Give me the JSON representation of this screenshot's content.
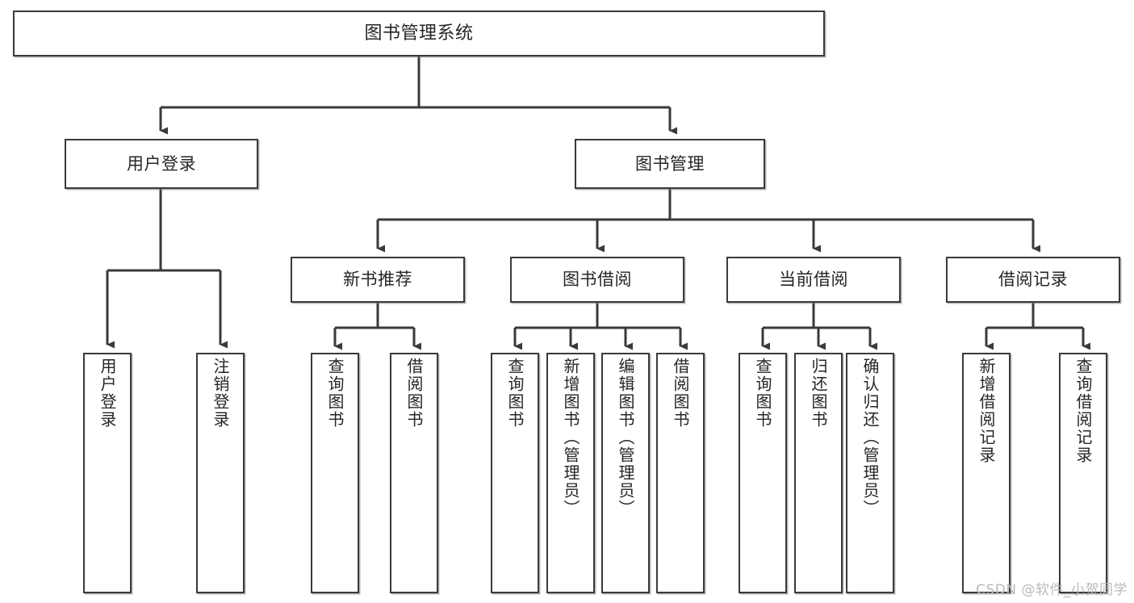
{
  "diagram": {
    "title": "图书管理系统",
    "type": "tree-hierarchy",
    "watermark": "CSDN @软件_小贺同学",
    "colors": {
      "background": "#ffffff",
      "box_border": "#3a3a3a",
      "box_fill": "#ffffff",
      "connector": "#3a3a3a",
      "text": "#262626",
      "watermark": "#b9b9b9"
    },
    "nodes": {
      "root": {
        "label": "图书管理系统"
      },
      "level2": [
        {
          "id": "user-login",
          "label": "用户登录"
        },
        {
          "id": "book-management",
          "label": "图书管理"
        }
      ],
      "level3": [
        {
          "id": "new-book-recommend",
          "label": "新书推荐"
        },
        {
          "id": "book-borrow",
          "label": "图书借阅"
        },
        {
          "id": "current-borrow",
          "label": "当前借阅"
        },
        {
          "id": "borrow-record",
          "label": "借阅记录"
        }
      ],
      "leaves": [
        {
          "id": "leaf-user-login",
          "label": "用户登录",
          "parent": "user-login"
        },
        {
          "id": "leaf-user-logout",
          "label": "注销登录",
          "parent": "user-login"
        },
        {
          "id": "leaf-query-book-1",
          "label": "查询图书",
          "parent": "new-book-recommend"
        },
        {
          "id": "leaf-borrow-book-1",
          "label": "借阅图书",
          "parent": "new-book-recommend"
        },
        {
          "id": "leaf-query-book-2",
          "label": "查询图书",
          "parent": "book-borrow"
        },
        {
          "id": "leaf-add-book",
          "label": "新增图书（管理员）",
          "parent": "book-borrow"
        },
        {
          "id": "leaf-edit-book",
          "label": "编辑图书（管理员）",
          "parent": "book-borrow"
        },
        {
          "id": "leaf-borrow-book-2",
          "label": "借阅图书",
          "parent": "book-borrow"
        },
        {
          "id": "leaf-query-book-3",
          "label": "查询图书",
          "parent": "current-borrow"
        },
        {
          "id": "leaf-return-book",
          "label": "归还图书",
          "parent": "current-borrow"
        },
        {
          "id": "leaf-confirm-return",
          "label": "确认归还（管理员）",
          "parent": "current-borrow"
        },
        {
          "id": "leaf-add-record",
          "label": "新增借阅记录",
          "parent": "borrow-record"
        },
        {
          "id": "leaf-query-record",
          "label": "查询借阅记录",
          "parent": "borrow-record"
        }
      ]
    }
  }
}
